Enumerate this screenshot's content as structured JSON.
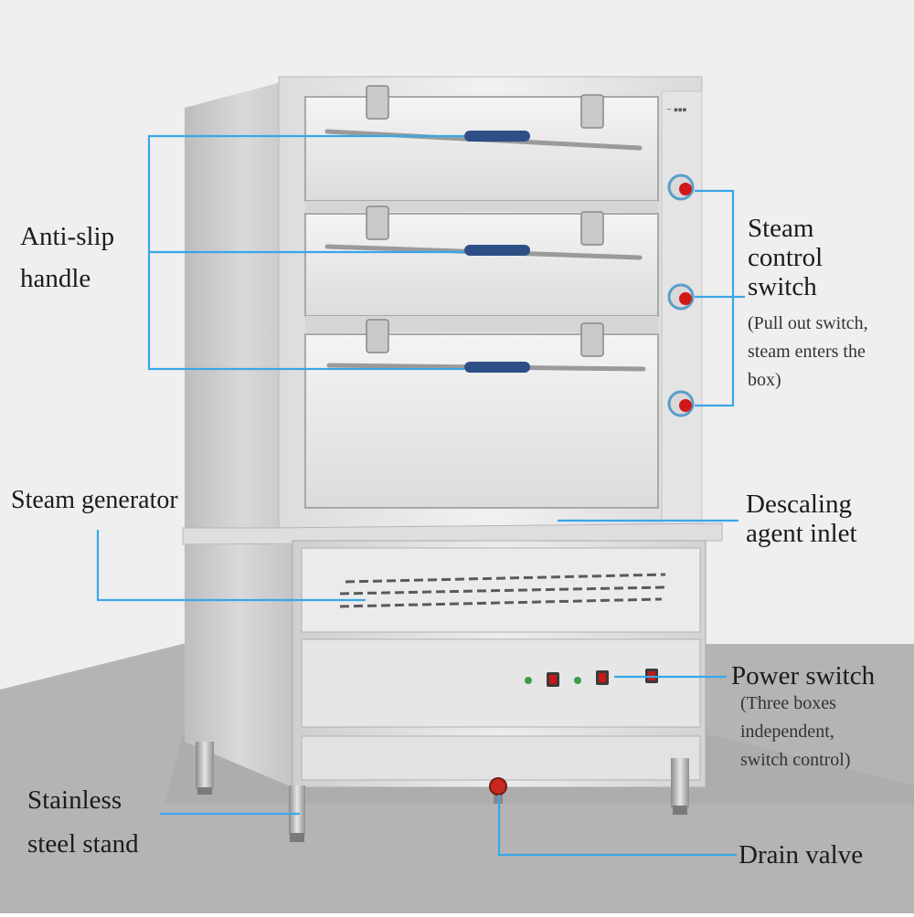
{
  "colors": {
    "leader_line": "#3aa6e8",
    "background_wall": "#ededed",
    "floor": "#b1b1b1",
    "steel_light": "#e8e8e8",
    "steel_mid": "#cfcfcf",
    "steel_dark": "#9d9d9d",
    "handle_grip": "#2d4f86",
    "knob_red": "#d01818",
    "switch_red": "#c81818",
    "indicator_green": "#3d9e49",
    "valve_red": "#c8281e"
  },
  "labels": {
    "anti_slip_handle": [
      "Anti-slip",
      "handle"
    ],
    "steam_control_switch": [
      "Steam",
      "control",
      "switch"
    ],
    "steam_control_note": [
      "(Pull out switch,",
      "steam enters the",
      "box)"
    ],
    "steam_generator": "Steam generator",
    "descaling_agent_inlet": [
      "Descaling",
      "agent inlet"
    ],
    "power_switch": "Power switch",
    "power_switch_note": [
      "(Three boxes",
      "independent,",
      "switch control)"
    ],
    "stainless_steel_stand": [
      "Stainless",
      "steel stand"
    ],
    "drain_valve": "Drain valve"
  },
  "icons": {
    "steam_knobs": [
      "steam-knob-icon",
      "steam-knob-icon",
      "steam-knob-icon"
    ],
    "power_switches": [
      "power-switch-icon",
      "power-switch-icon",
      "power-switch-icon"
    ],
    "drain_valve": "drain-valve-icon"
  }
}
